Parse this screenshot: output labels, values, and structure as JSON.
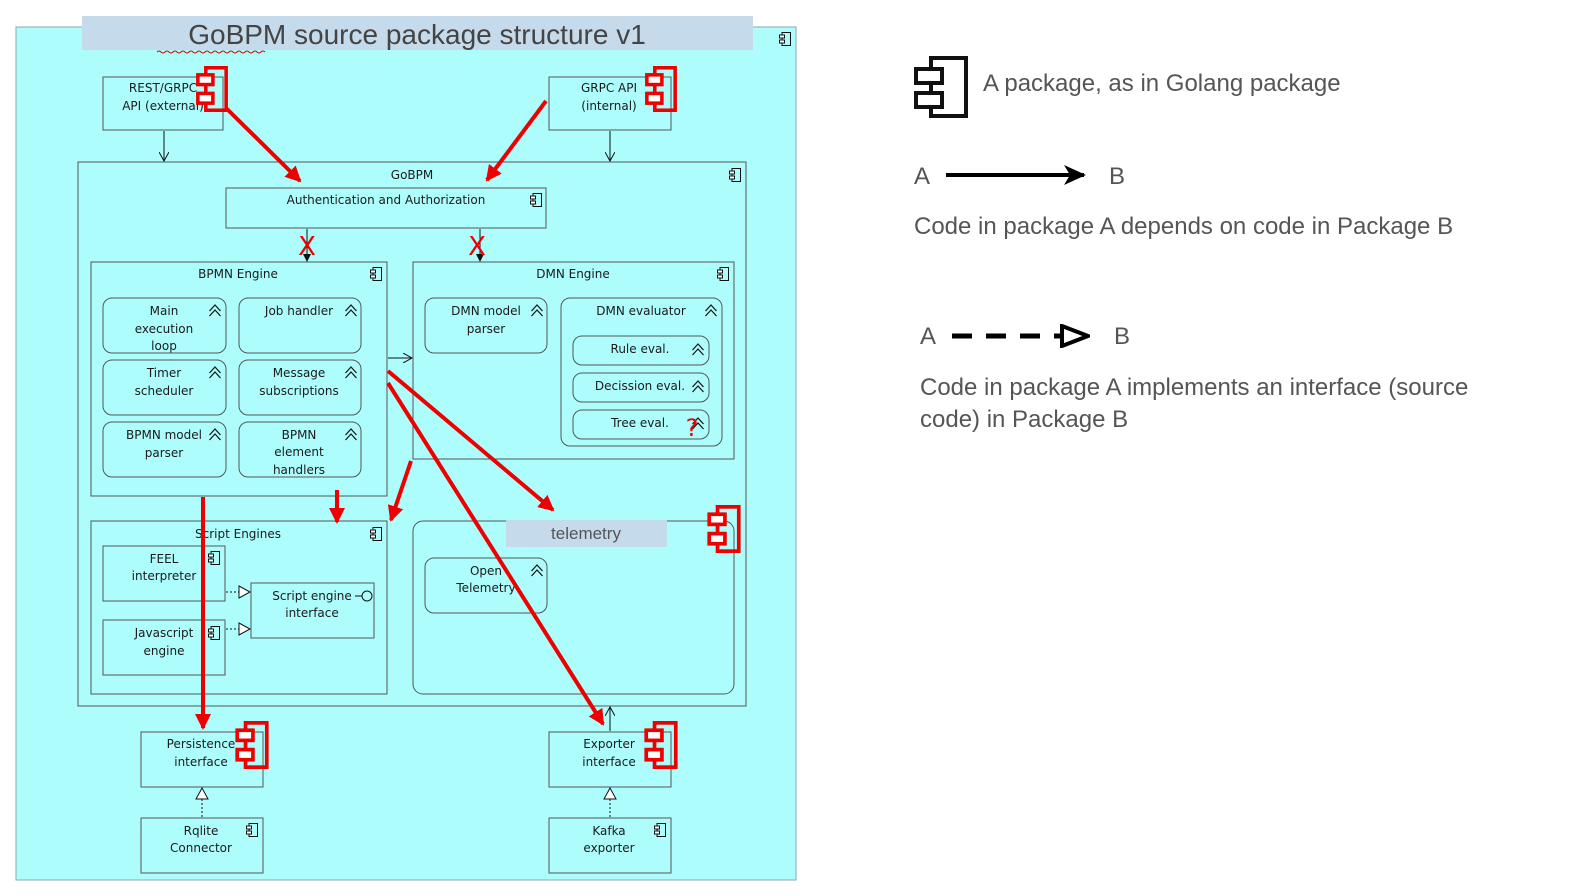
{
  "title": "GoBPM source package structure v1",
  "colors": {
    "background": "#adfdfd",
    "title_band": "#c5daea",
    "arrow_red": "#ee0000",
    "line": "#555555"
  },
  "packages": {
    "rest_api": [
      "REST/GRPC",
      "API (external)"
    ],
    "grpc_api": [
      "GRPC API",
      "(internal)"
    ],
    "gobpm": "GoBPM",
    "auth": "Authentication and Authorization",
    "bpmn_engine": "BPMN Engine",
    "dmn_engine": "DMN Engine",
    "main_loop": [
      "Main",
      "execution",
      "loop"
    ],
    "job_handler": [
      "Job handler"
    ],
    "timer": [
      "Timer",
      "scheduler"
    ],
    "message": [
      "Message",
      "subscriptions"
    ],
    "bpmn_parser": [
      "BPMN model",
      "parser"
    ],
    "bpmn_handlers": [
      "BPMN",
      "element",
      "handlers"
    ],
    "dmn_parser": [
      "DMN model",
      "parser"
    ],
    "dmn_evaluator": "DMN evaluator",
    "rule_eval": "Rule eval.",
    "decision_eval": "Decission eval.",
    "tree_eval": "Tree eval.",
    "script_engines": "Script Engines",
    "feel": [
      "FEEL",
      "interpreter"
    ],
    "javascript": [
      "Javascript",
      "engine"
    ],
    "script_iface": [
      "Script engine",
      "interface"
    ],
    "telemetry": "telemetry",
    "open_telemetry": [
      "Open",
      "Telemetry"
    ],
    "persistence": [
      "Persistence",
      "interface"
    ],
    "exporter": [
      "Exporter",
      "interface"
    ],
    "rqlite": [
      "Rqlite",
      "Connector"
    ],
    "kafka": [
      "Kafka",
      "exporter"
    ]
  },
  "annotations": {
    "cross": "X",
    "question": "?"
  },
  "legend": {
    "package": "A package, as in Golang package",
    "dep_a": "A",
    "dep_b": "B",
    "dependency": "Code in package A depends on code in Package B",
    "impl_a": "A",
    "impl_b": "B",
    "implements": [
      "Code in package A implements an interface (source",
      "code) in Package B"
    ]
  }
}
